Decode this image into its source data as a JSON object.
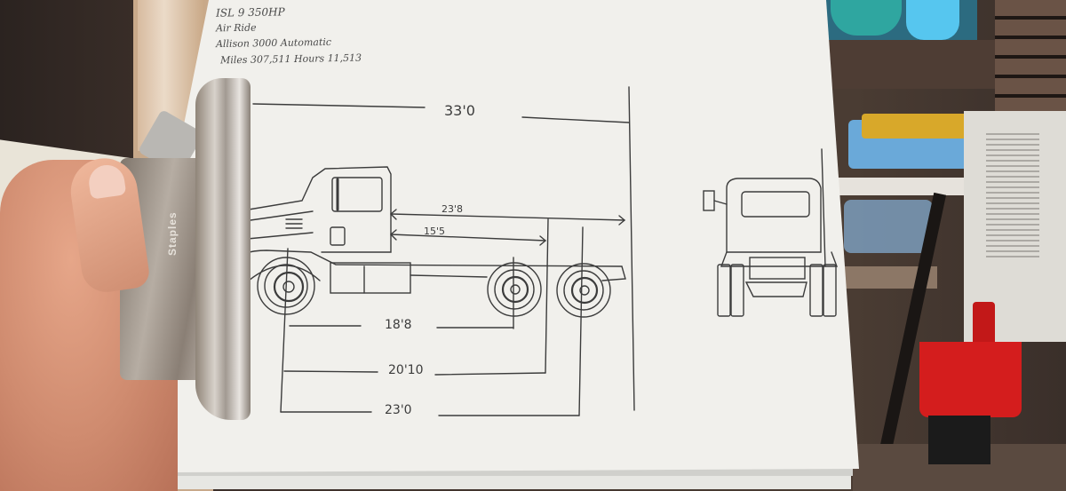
{
  "scene": {
    "description": "Photo of a hand holding a clipboard with a hand-drawn truck dimension sketch",
    "clip_brand": "Staples",
    "colors": {
      "paper": "#f1f0ec",
      "pencil": "#3c3c3c",
      "clip_metal": "#c6beb6",
      "red_bin": "#d41d1d",
      "teal_toy": "#2fa6a0"
    }
  },
  "notes": {
    "engine": "ISL 9 350HP",
    "suspension": "Air Ride",
    "transmission": "Allison 3000 Automatic",
    "usage": "Miles 307,511  Hours 11,513"
  },
  "drawing": {
    "side_view_label": "truck-side-view",
    "rear_view_label": "truck-rear-view",
    "dimensions": {
      "overall_length": "33'0",
      "back_of_cab_to_end": "23'8",
      "back_of_cab_to_axle": "15'5",
      "wheelbase_front_to_first_rear": "18'8",
      "front_axle_to_tandem_center": "20'10",
      "front_axle_to_last_rear": "23'0"
    }
  }
}
